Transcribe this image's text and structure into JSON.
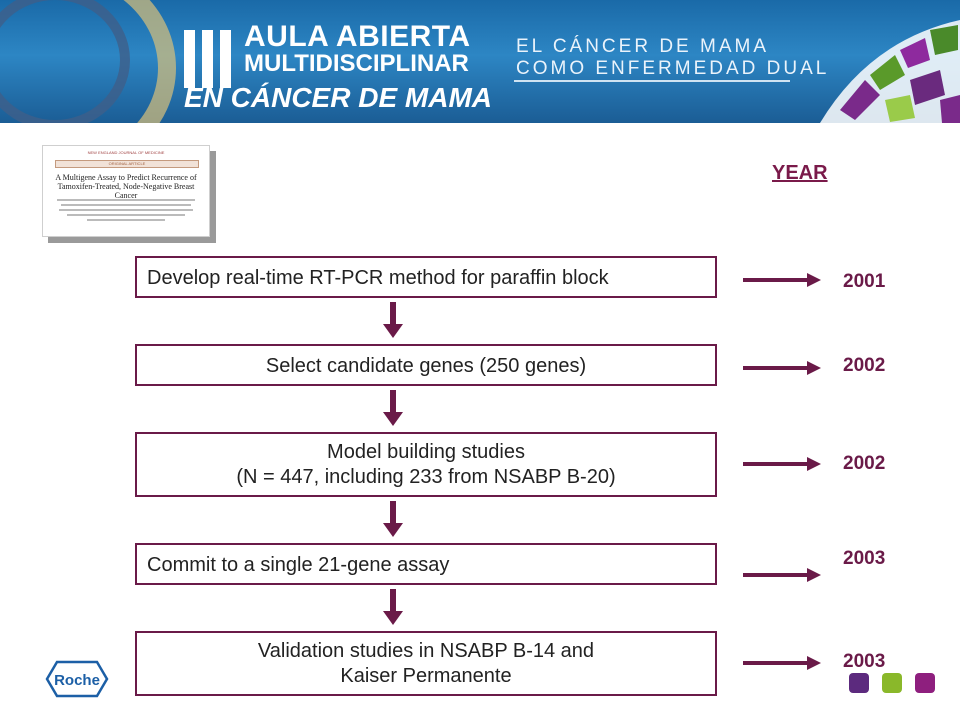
{
  "header": {
    "logo_numeral": "III",
    "logo_line1": "AULA ABIERTA",
    "logo_line2": "MULTIDISCIPLINAR",
    "logo_line3": "EN CÁNCER DE MAMA",
    "subtitle_line1": "EL CÁNCER DE MAMA",
    "subtitle_line2": "COMO ENFERMEDAD DUAL"
  },
  "paper_thumbnail": {
    "journal": "NEW ENGLAND JOURNAL OF MEDICINE",
    "section": "ORIGINAL ARTICLE",
    "title": "A Multigene Assay to Predict Recurrence of Tamoxifen-Treated, Node-Negative Breast Cancer"
  },
  "year_heading": "YEAR",
  "steps": [
    {
      "text": "Develop real-time RT-PCR method for paraffin block",
      "year": "2001"
    },
    {
      "text": "Select candidate genes (250 genes)",
      "year": "2002"
    },
    {
      "line1": "Model building studies",
      "line2": "(N = 447, including 233 from NSABP B-20)",
      "year": "2002"
    },
    {
      "text": "Commit to a single 21-gene assay",
      "year": "2003"
    },
    {
      "line1": "Validation studies in NSABP B-14 and",
      "line2": "Kaiser Permanente",
      "year": "2003"
    }
  ],
  "footer": {
    "brand": "Roche",
    "squares": [
      "#5c2a7e",
      "#8ab82a",
      "#8e1f7e"
    ]
  },
  "colors": {
    "accent": "#6a1a48",
    "banner": "#2d86c4"
  }
}
